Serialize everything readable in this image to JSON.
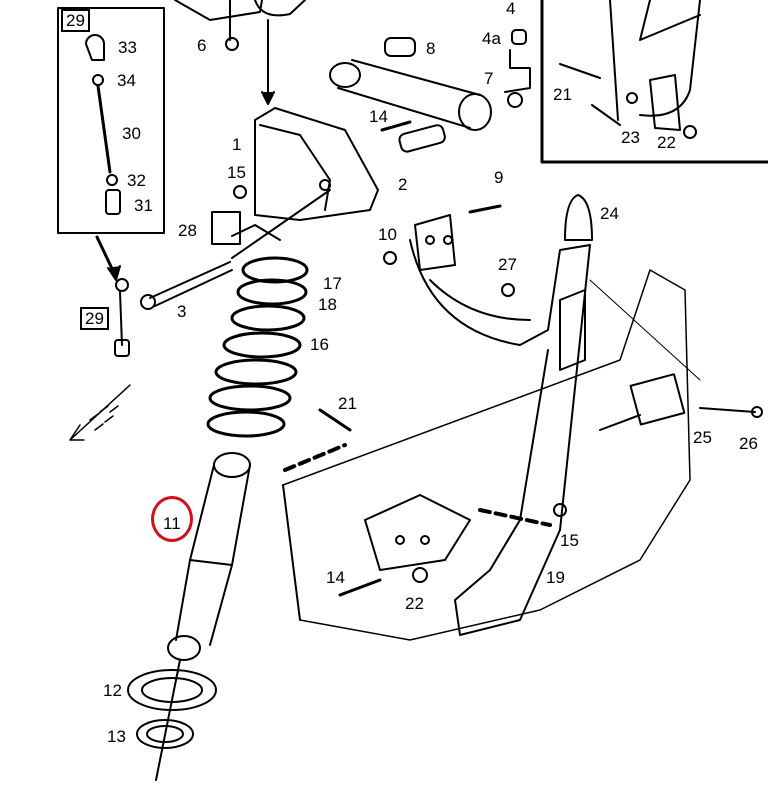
{
  "diagram": {
    "highlight_color": "#d0101a",
    "highlighted_part": "11",
    "labels": [
      "29",
      "33",
      "34",
      "30",
      "32",
      "31",
      "6",
      "1",
      "15",
      "28",
      "3",
      "29",
      "8",
      "4",
      "4a",
      "7",
      "14",
      "2",
      "21",
      "23",
      "22",
      "9",
      "10",
      "24",
      "27",
      "17",
      "18",
      "16",
      "21",
      "25",
      "26",
      "11",
      "15",
      "19",
      "14",
      "22",
      "12",
      "13"
    ]
  }
}
